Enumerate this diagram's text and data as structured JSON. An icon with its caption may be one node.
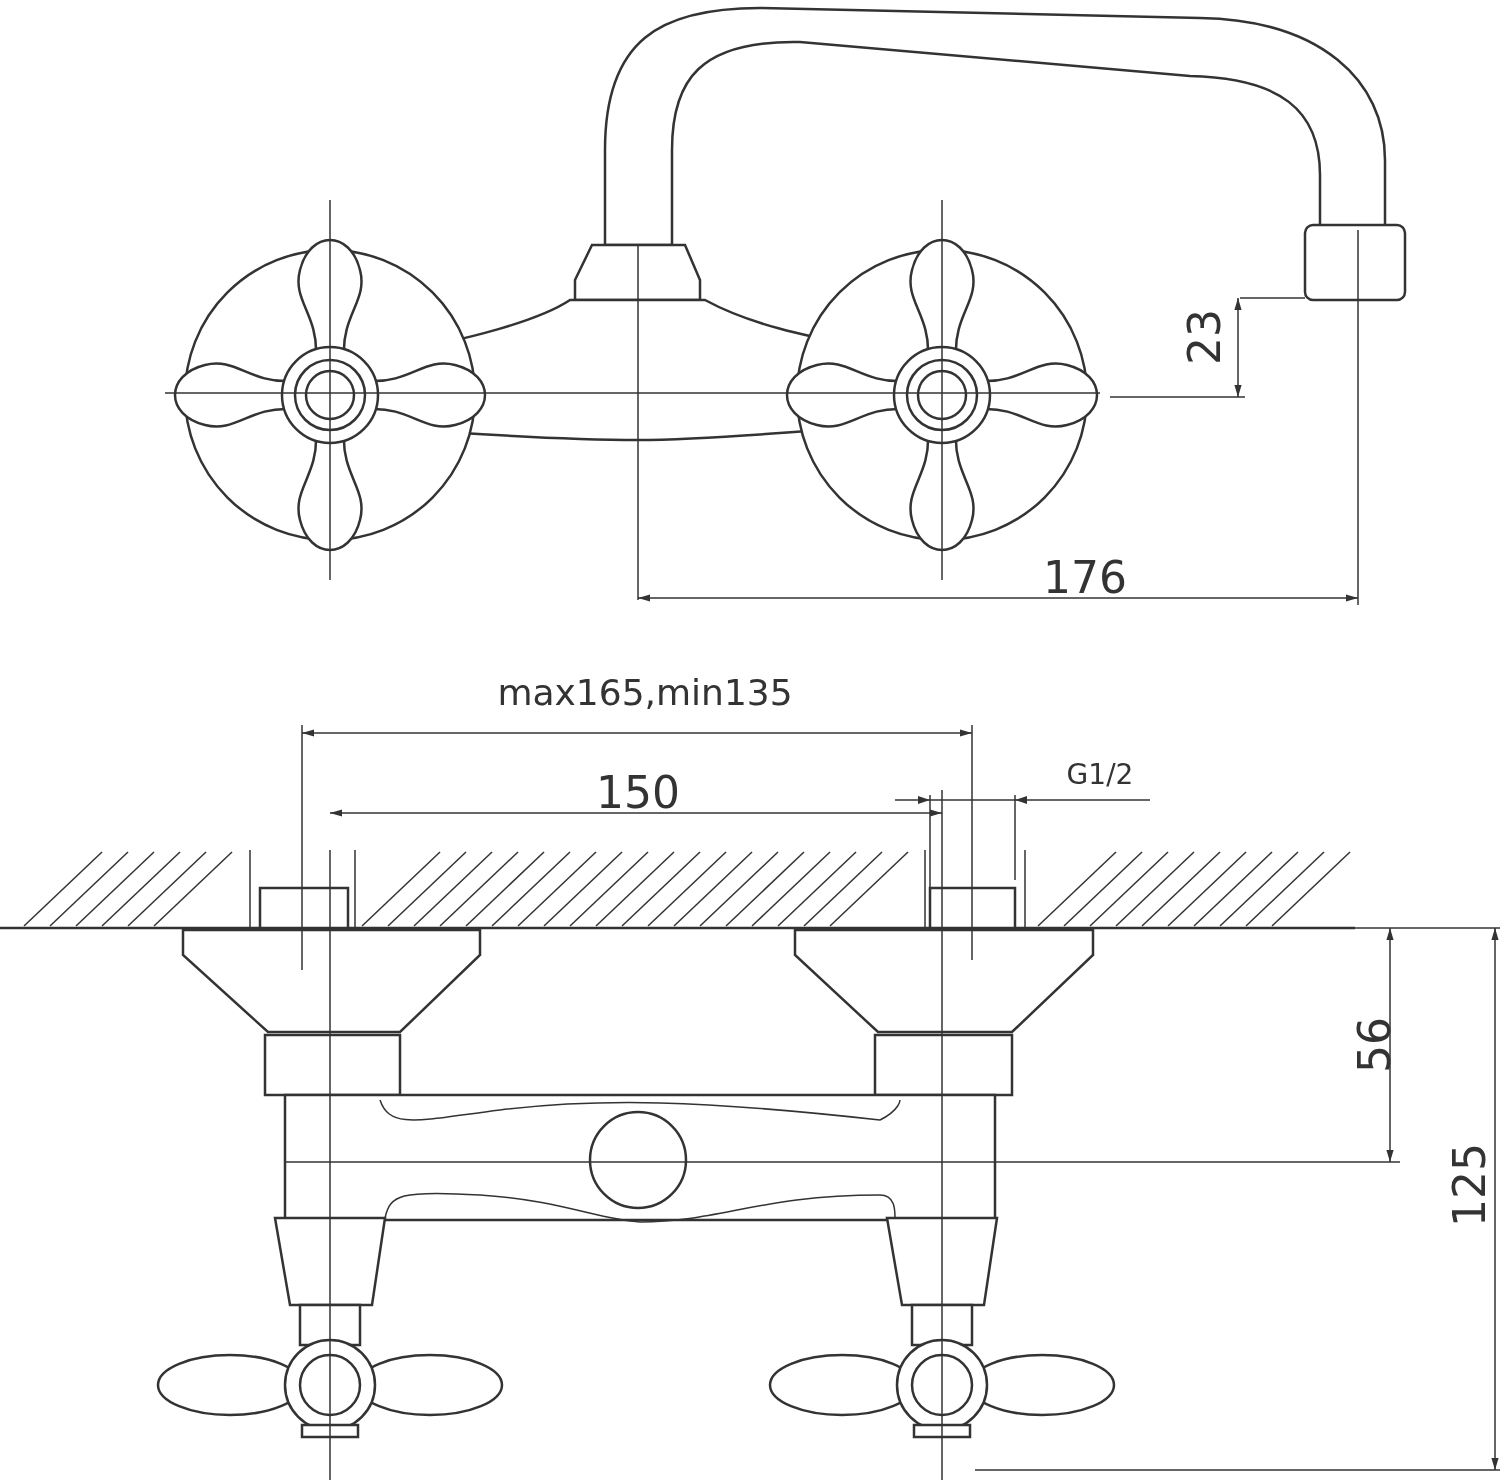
{
  "diagram": {
    "labels": [
      "23",
      "176",
      "max165,min135",
      "150",
      "G1/2",
      "56",
      "125"
    ]
  }
}
